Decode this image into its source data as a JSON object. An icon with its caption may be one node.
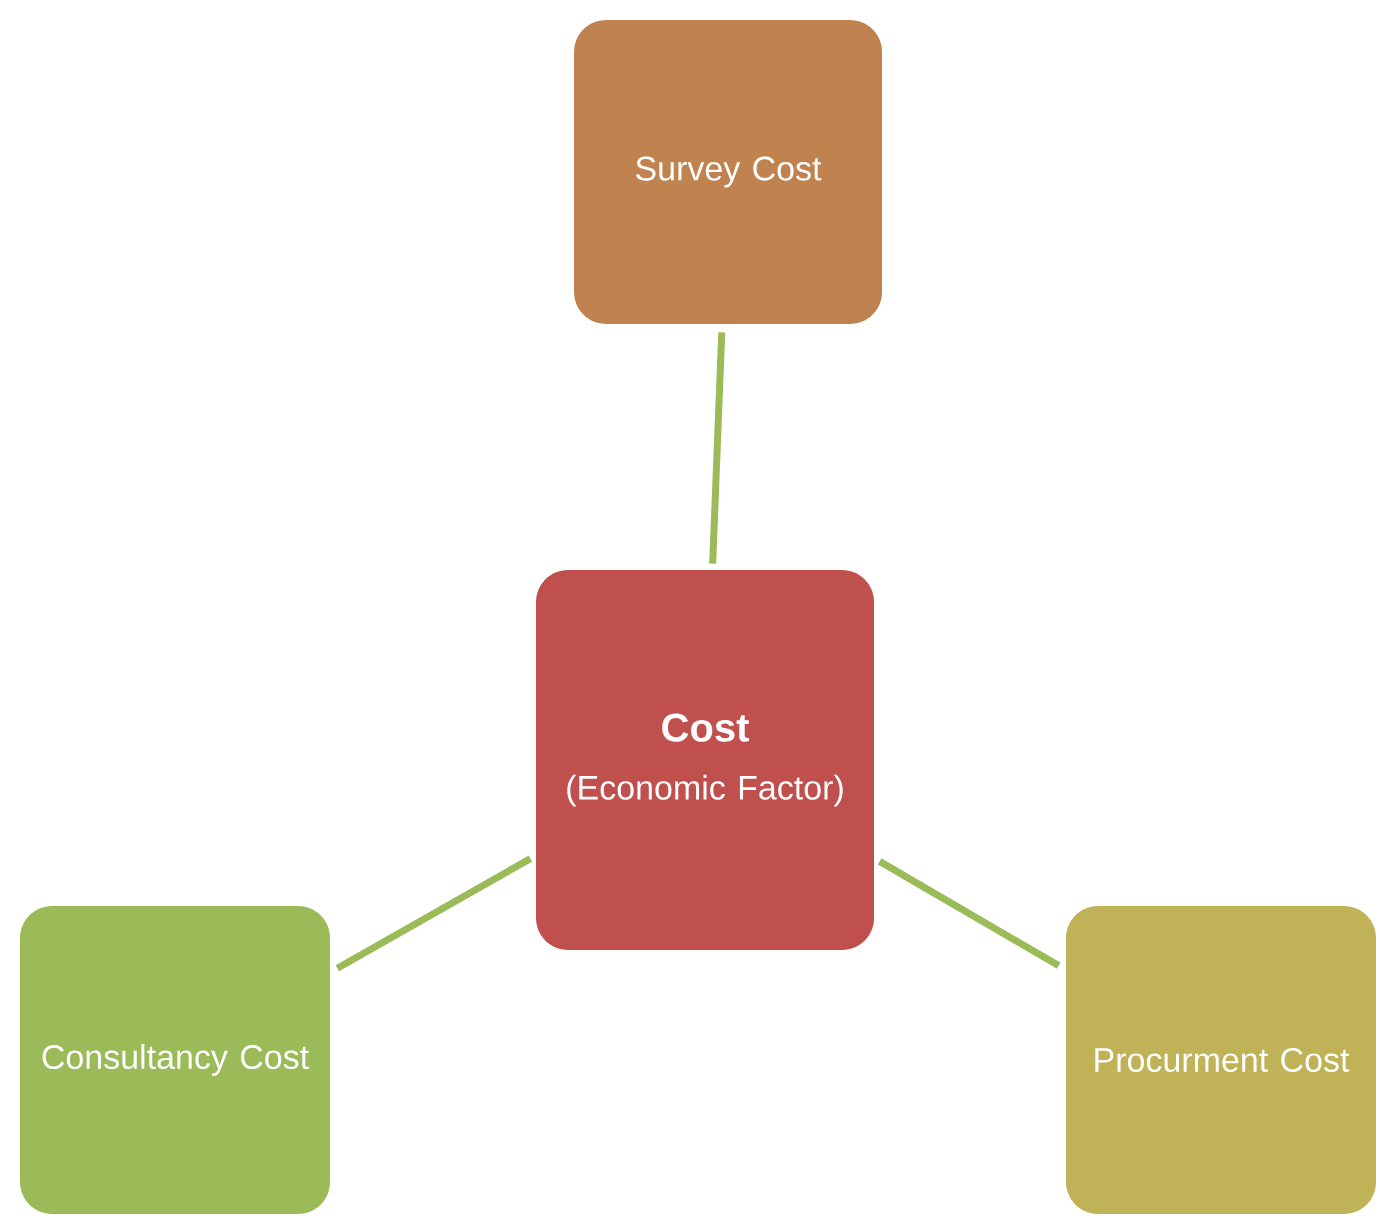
{
  "diagram": {
    "nodes": [
      {
        "text": [
          "Survey Cost"
        ]
      },
      {
        "text": [
          "Cost",
          "(Economic Factor)"
        ]
      },
      {
        "text": [
          "Consultancy Cost"
        ]
      },
      {
        "text": [
          "Procurment Cost"
        ]
      }
    ],
    "edges": [
      {
        "from": 1,
        "to": 0,
        "arrow": "none"
      },
      {
        "from": 1,
        "to": 2,
        "arrow": "none"
      },
      {
        "from": 1,
        "to": 3,
        "arrow": "none"
      }
    ]
  }
}
